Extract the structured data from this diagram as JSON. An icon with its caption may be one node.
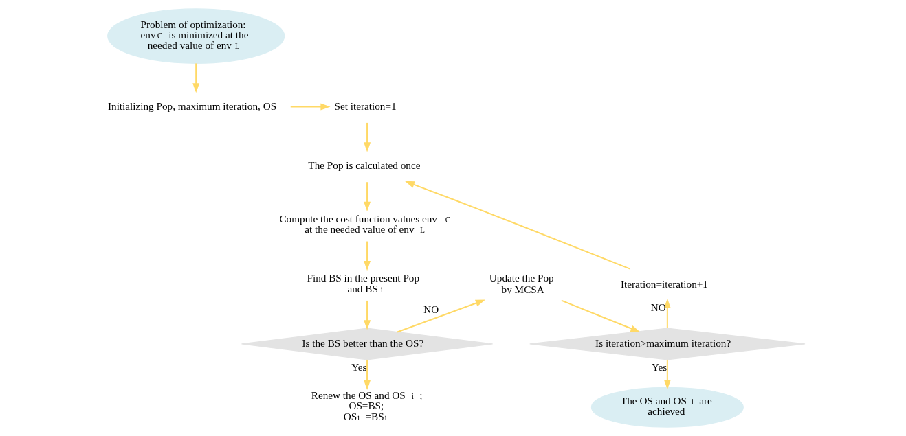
{
  "diagram": {
    "nodes": [
      {
        "text": [
          "Problem of optimization: env$_{C}$ is minimized at the needed value of env$_{L}$"
        ]
      },
      {
        "text": [
          "Initializing Pop, maximum iteration, OS"
        ]
      },
      {
        "text": [
          "Set iteration=1"
        ]
      },
      {
        "text": [
          "The Pop is calculated once"
        ]
      },
      {
        "text": [
          "Compute the cost function values env$_{C}$ at the needed value of env$_{L}$"
        ]
      },
      {
        "text": [
          "Find BS in the present Pop and BS$_{i}$"
        ]
      },
      {
        "text": [
          "Is the BS better than the OS?"
        ]
      },
      {
        "text": [
          "Renew the OS and OS$_{i}$ ; OS=BS; OS$_{i}$ =BS$_{i}$"
        ]
      },
      {
        "text": [
          "Update the Pop by MCSA"
        ]
      },
      {
        "text": [
          "Is iteration>maximum iteration?"
        ]
      },
      {
        "text": [
          "The OS and OS$_{i}$ are achieved"
        ]
      },
      {
        "text": [
          "Iteration=iteration+1"
        ]
      }
    ],
    "edges": [
      {
        "from": 0,
        "to": 1,
        "arrow": "to"
      },
      {
        "from": 1,
        "to": 2,
        "arrow": "to"
      },
      {
        "from": 2,
        "to": 3,
        "arrow": "to"
      },
      {
        "from": 3,
        "to": 4,
        "arrow": "to"
      },
      {
        "from": 4,
        "to": 5,
        "arrow": "to"
      },
      {
        "from": 5,
        "to": 6,
        "arrow": "to"
      },
      {
        "from": 6,
        "to": 7,
        "arrow": "to",
        "label": "Yes"
      },
      {
        "from": 6,
        "to": 8,
        "arrow": "to",
        "label": "NO"
      },
      {
        "from": 8,
        "to": 9,
        "arrow": "to"
      },
      {
        "from": 9,
        "to": 10,
        "arrow": "to",
        "label": "Yes"
      },
      {
        "from": 9,
        "to": 11,
        "arrow": "to",
        "label": "NO"
      },
      {
        "from": 11,
        "to": 3,
        "arrow": "to"
      }
    ]
  }
}
